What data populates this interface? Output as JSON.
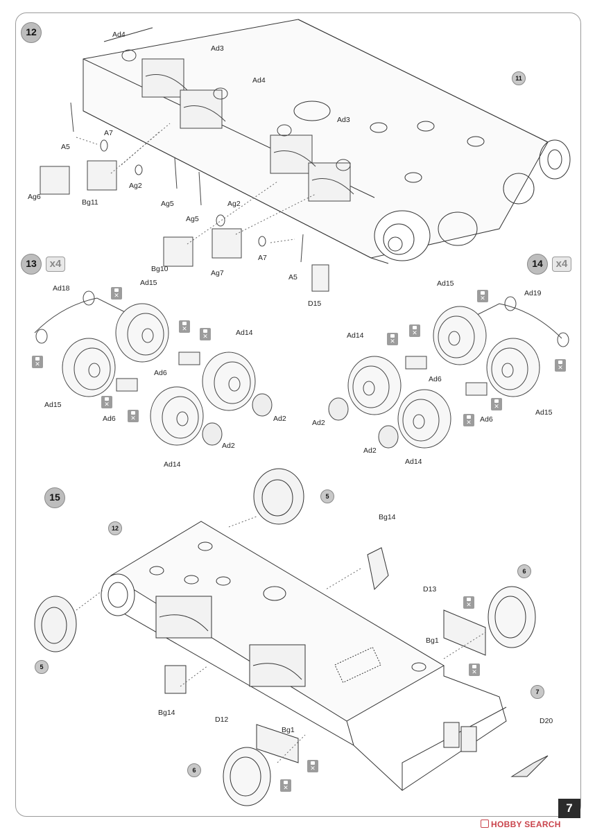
{
  "steps": {
    "s12": "12",
    "s13": "13",
    "s14": "14",
    "s15": "15",
    "mult13": "x4",
    "mult14": "x4"
  },
  "refs": {
    "r11": "11",
    "r12": "12",
    "r5a": "5",
    "r5b": "5",
    "r6a": "6",
    "r6b": "6",
    "r7": "7"
  },
  "labels": {
    "ad4a": "Ad4",
    "ad3a": "Ad3",
    "ad4b": "Ad4",
    "ad3b": "Ad3",
    "a7a": "A7",
    "a5a": "A5",
    "ag6": "Ag6",
    "bg11": "Bg11",
    "ag2a": "Ag2",
    "ag5a": "Ag5",
    "ag2b": "Ag2",
    "ag5b": "Ag5",
    "bg10": "Bg10",
    "ag7": "Ag7",
    "a7b": "A7",
    "a5b": "A5",
    "d15": "D15",
    "s13_ad18": "Ad18",
    "s13_ad15a": "Ad15",
    "s13_ad14a": "Ad14",
    "s13_ad6a": "Ad6",
    "s13_ad15b": "Ad15",
    "s13_ad6b": "Ad6",
    "s13_ad2a": "Ad2",
    "s13_ad2b": "Ad2",
    "s13_ad14b": "Ad14",
    "s14_ad15a": "Ad15",
    "s14_ad19": "Ad19",
    "s14_ad14a": "Ad14",
    "s14_ad6a": "Ad6",
    "s14_ad15b": "Ad15",
    "s14_ad2a": "Ad2",
    "s14_ad6b": "Ad6",
    "s14_ad2b": "Ad2",
    "s14_ad14b": "Ad14",
    "bg14a": "Bg14",
    "d13": "D13",
    "bg1a": "Bg1",
    "bg14b": "Bg14",
    "d12": "D12",
    "bg1b": "Bg1",
    "d20": "D20"
  },
  "page_number": "7",
  "watermark": "HOBBY SEARCH"
}
